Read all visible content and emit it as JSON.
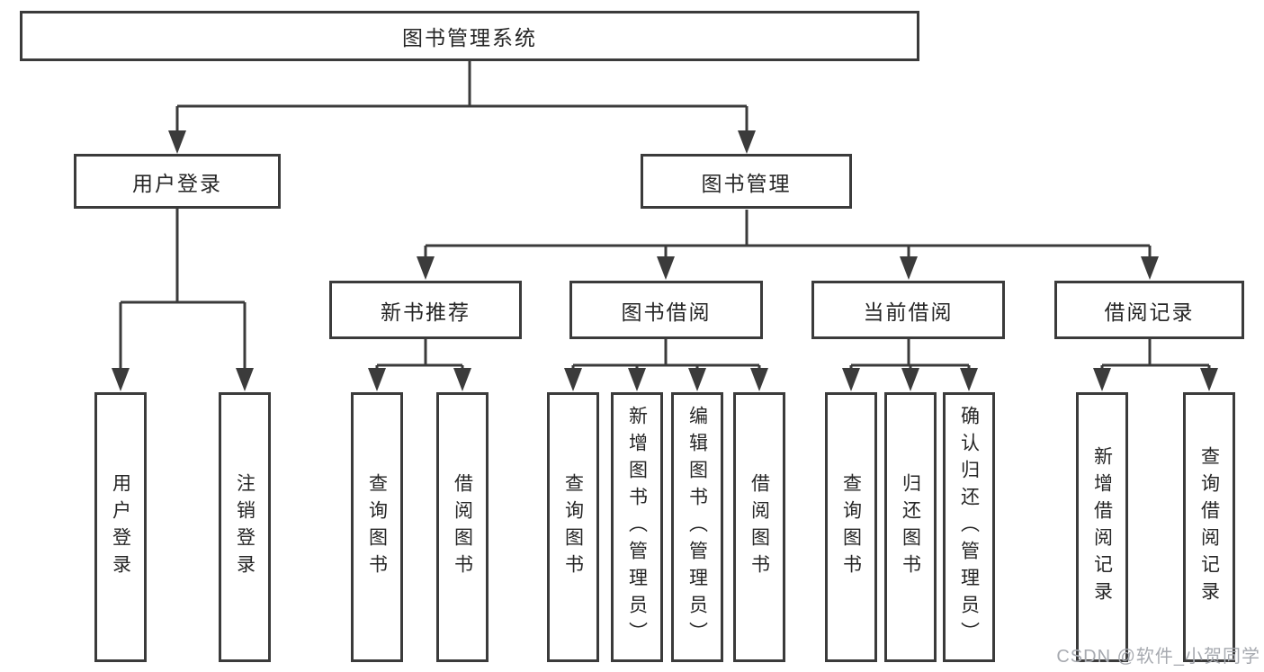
{
  "watermark": {
    "text": "CSDN @软件_小贺同学"
  },
  "colors": {
    "line": "#3b3b3b",
    "box_border": "#3b3b3b",
    "box_bg": "#ffffff",
    "text": "#262626",
    "watermark": "#a7aab0"
  },
  "tree": {
    "root": "图书管理系统",
    "branches": [
      {
        "label": "用户登录",
        "children": [
          {
            "label": "用户登录"
          },
          {
            "label": "注销登录"
          }
        ]
      },
      {
        "label": "图书管理",
        "children": [
          {
            "label": "新书推荐",
            "children": [
              {
                "label": "查询图书"
              },
              {
                "label": "借阅图书"
              }
            ]
          },
          {
            "label": "图书借阅",
            "children": [
              {
                "label": "查询图书"
              },
              {
                "label": "新增图书（管理员）"
              },
              {
                "label": "编辑图书（管理员）"
              },
              {
                "label": "借阅图书"
              }
            ]
          },
          {
            "label": "当前借阅",
            "children": [
              {
                "label": "查询图书"
              },
              {
                "label": "归还图书"
              },
              {
                "label": "确认归还（管理员）"
              }
            ]
          },
          {
            "label": "借阅记录",
            "children": [
              {
                "label": "新增借阅记录"
              },
              {
                "label": "查询借阅记录"
              }
            ]
          }
        ]
      }
    ]
  }
}
